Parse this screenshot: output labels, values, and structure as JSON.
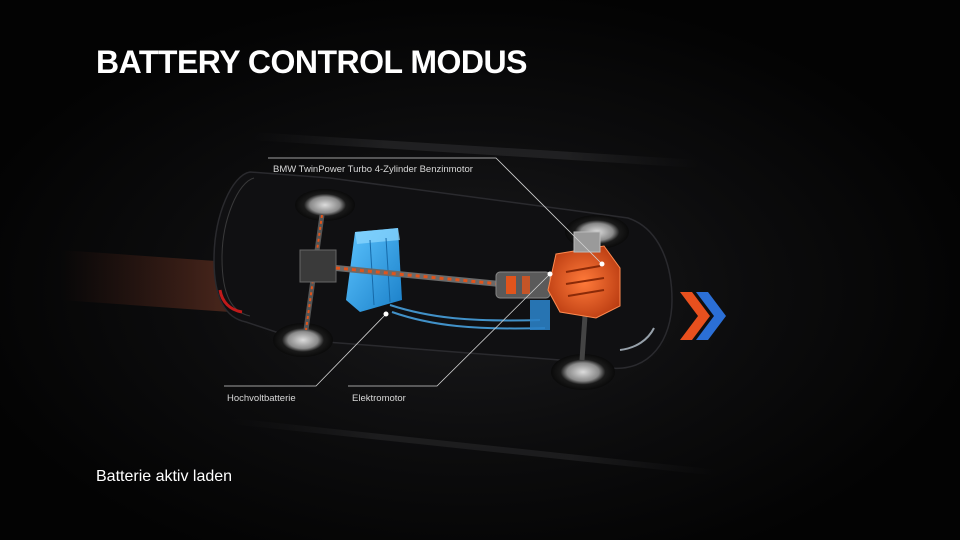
{
  "slide": {
    "title": "BATTERY CONTROL MODUS",
    "subtitle": "Batterie aktiv laden"
  },
  "callouts": {
    "engine": "BMW TwinPower Turbo 4-Zylinder Benzinmotor",
    "battery": "Hochvoltbatterie",
    "motor": "Elektromotor"
  },
  "colors": {
    "background": "#000000",
    "battery_blue": "#2a9fe6",
    "engine_orange": "#e0541c",
    "chevron_orange": "#e8501e",
    "chevron_blue": "#2b6fd6",
    "text": "#ffffff"
  }
}
